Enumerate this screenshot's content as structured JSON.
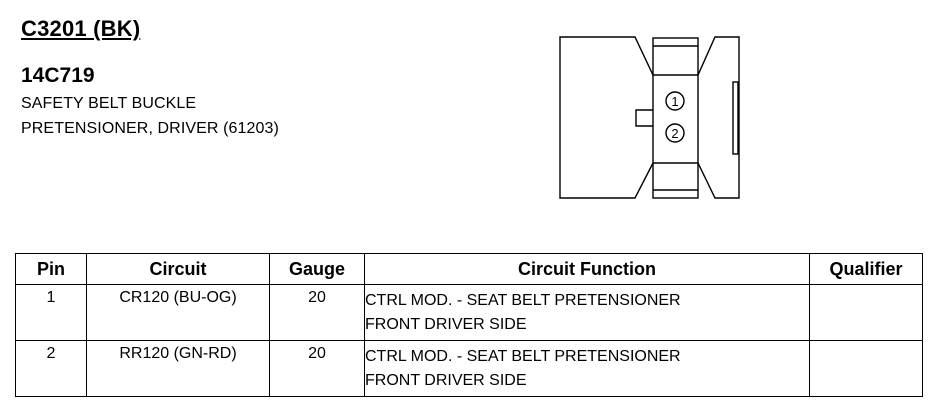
{
  "header": {
    "connector_id": "C3201 (BK)",
    "part_number": "14C719",
    "description_line1": "SAFETY BELT BUCKLE",
    "description_line2": "PRETENSIONER, DRIVER (61203)"
  },
  "connector": {
    "pin_labels": [
      "1",
      "2"
    ]
  },
  "table": {
    "columns": [
      "Pin",
      "Circuit",
      "Gauge",
      "Circuit Function",
      "Qualifier"
    ],
    "rows": [
      {
        "pin": "1",
        "circuit": "CR120 (BU-OG)",
        "gauge": "20",
        "function_line1": "CTRL MOD. - SEAT BELT PRETENSIONER",
        "function_line2": "FRONT DRIVER SIDE",
        "qualifier": ""
      },
      {
        "pin": "2",
        "circuit": "RR120 (GN-RD)",
        "gauge": "20",
        "function_line1": "CTRL MOD. - SEAT BELT PRETENSIONER",
        "function_line2": "FRONT DRIVER SIDE",
        "qualifier": ""
      }
    ]
  }
}
